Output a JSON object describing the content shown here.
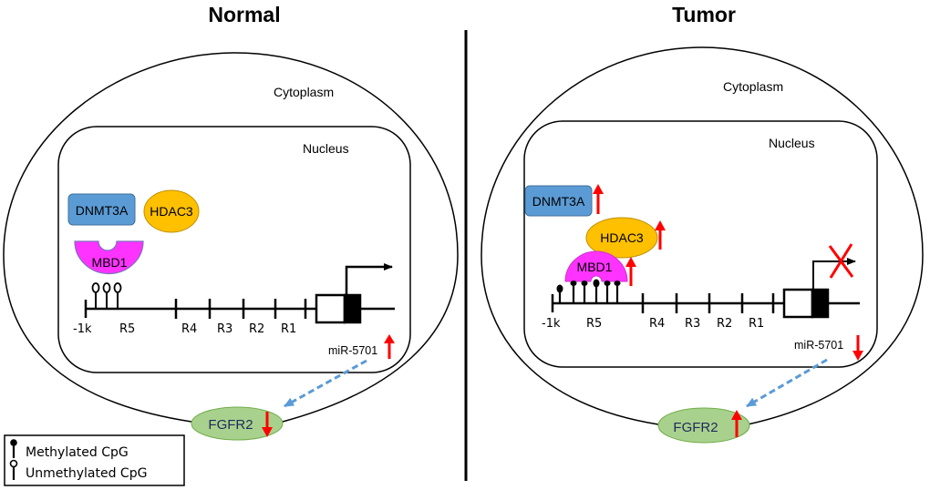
{
  "panels": {
    "normal": {
      "title": "Normal",
      "cytoplasm_label": "Cytoplasm",
      "nucleus_label": "Nucleus",
      "proteins": {
        "dnmt3a": "DNMT3A",
        "hdac3": "HDAC3",
        "mbd1": "MBD1"
      },
      "regions": [
        "-1k",
        "R5",
        "R4",
        "R3",
        "R2",
        "R1"
      ],
      "cpg_state": "unmethylated",
      "cpg_count": 3,
      "transcription": "active",
      "mirna": {
        "label": "miR-5701",
        "change": "up"
      },
      "receptor": {
        "label": "FGFR2",
        "change": "down"
      }
    },
    "tumor": {
      "title": "Tumor",
      "cytoplasm_label": "Cytoplasm",
      "nucleus_label": "Nucleus",
      "proteins": {
        "dnmt3a": "DNMT3A",
        "dnmt3a_change": "up",
        "hdac3": "HDAC3",
        "hdac3_change": "up",
        "mbd1": "MBD1",
        "mbd1_change": "up"
      },
      "regions": [
        "-1k",
        "R5",
        "R4",
        "R3",
        "R2",
        "R1"
      ],
      "cpg_state": "methylated",
      "cpg_count": 6,
      "transcription": "blocked",
      "mirna": {
        "label": "miR-5701",
        "change": "down"
      },
      "receptor": {
        "label": "FGFR2",
        "change": "up"
      }
    }
  },
  "legend": {
    "items": [
      {
        "icon": "methylated-cpg-lollipop",
        "label": "Methylated CpG"
      },
      {
        "icon": "unmethylated-cpg-lollipop",
        "label": "Unmethylated CpG"
      }
    ]
  },
  "colors": {
    "dnmt3a_fill": "#5b9bd5",
    "dnmt3a_stroke": "#41719c",
    "hdac3_fill": "#ffc000",
    "hdac3_stroke": "#bf9000",
    "mbd1_fill": "#ff33ff",
    "mbd1_stroke": "#7f6fbf",
    "fgfr2_fill": "#a9d18e",
    "fgfr2_stroke": "#70ad47",
    "change_arrow": "#ff0000",
    "inhibition_arrow": "#5b9bd5",
    "block_cross": "#ff0000"
  }
}
